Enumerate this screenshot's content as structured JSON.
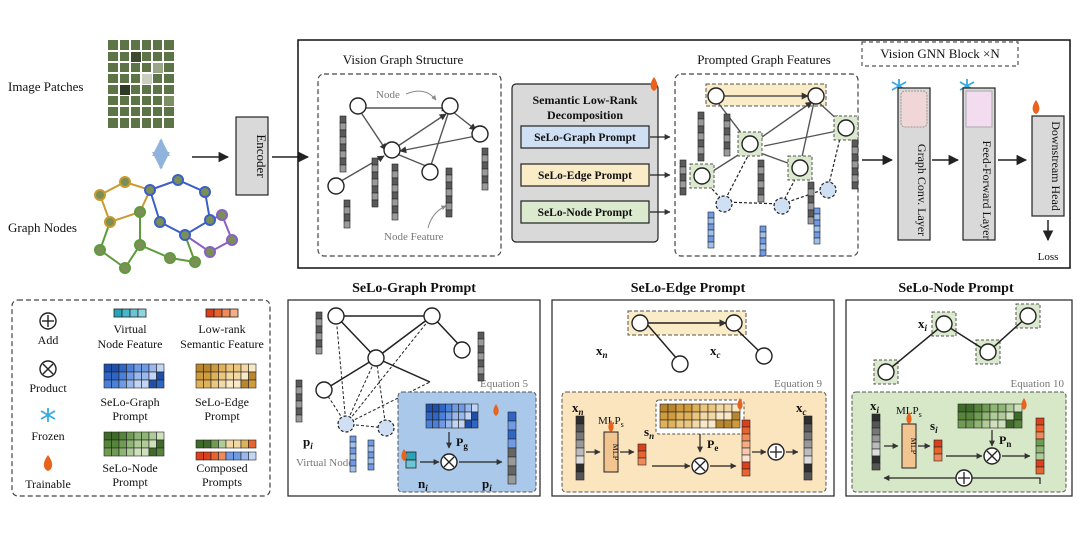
{
  "left": {
    "image_patches_label": "Image Patches",
    "graph_nodes_label": "Graph Nodes"
  },
  "encoder_label": "Encoder",
  "main": {
    "structure_title": "Vision Graph Structure",
    "node_annot": "Node",
    "node_feature_annot": "Node Feature",
    "decomp_title_line1": "Semantic Low-Rank",
    "decomp_title_line2": "Decomposition",
    "prompts": [
      "SeLo-Graph Prompt",
      "SeLo-Edge Prompt",
      "SeLo-Node Prompt"
    ],
    "prompted_title": "Prompted Graph Features",
    "gnn_block_title": "Vision GNN Block ×N",
    "graph_conv_label": "Graph Conv. Layer",
    "ffn_label": "Feed-Forward Layer",
    "head_label": "Downstream Head",
    "loss_label": "Loss"
  },
  "legend": {
    "add": "Add",
    "product": "Product",
    "frozen": "Frozen",
    "trainable": "Trainable",
    "virtual_line1": "Virtual",
    "virtual_line2": "Node Feature",
    "lowrank_line1": "Low-rank",
    "lowrank_line2": "Semantic Feature",
    "graph_prompt_line1": "SeLo-Graph",
    "graph_prompt_line2": "Prompt",
    "edge_prompt_line1": "SeLo-Edge",
    "edge_prompt_line2": "Prompt",
    "node_prompt_line1": "SeLo-Node",
    "node_prompt_line2": "Prompt",
    "composed_line1": "Composed",
    "composed_line2": "Prompts"
  },
  "panel_graph": {
    "title": "SeLo-Graph Prompt",
    "equation": "Equation 5",
    "virtual_node": "Virtual Node",
    "p_i": "p",
    "n_i": "n",
    "P_g": "P",
    "sub_i": "i",
    "sub_g": "g"
  },
  "panel_edge": {
    "title": "SeLo-Edge Prompt",
    "equation": "Equation 9",
    "x_n": "x",
    "x_c": "x",
    "mlp": "MLP",
    "mlp_panel": "MLP",
    "s_n": "s",
    "P_e": "P",
    "sub_n": "n",
    "sub_c": "c",
    "sub_s": "s",
    "sub_e": "e"
  },
  "panel_node": {
    "title": "SeLo-Node Prompt",
    "equation": "Equation 10",
    "x_i": "x",
    "mlp": "MLP",
    "mlp_panel": "MLP",
    "s_i": "s",
    "P_n": "P",
    "sub_i": "i",
    "sub_s": "s",
    "sub_n": "n"
  },
  "colors": {
    "graph_prompt": "#cfe0f5",
    "edge_prompt": "#fbecc8",
    "node_prompt": "#dbe9cf",
    "graph_panel_bg": "#a9c8ea",
    "edge_panel_bg": "#fbe5bf",
    "node_panel_bg": "#d7e8c8",
    "virtual_node": "#cfe0f5",
    "frozen": "#38a9e0",
    "trainable": "#e8641e"
  }
}
